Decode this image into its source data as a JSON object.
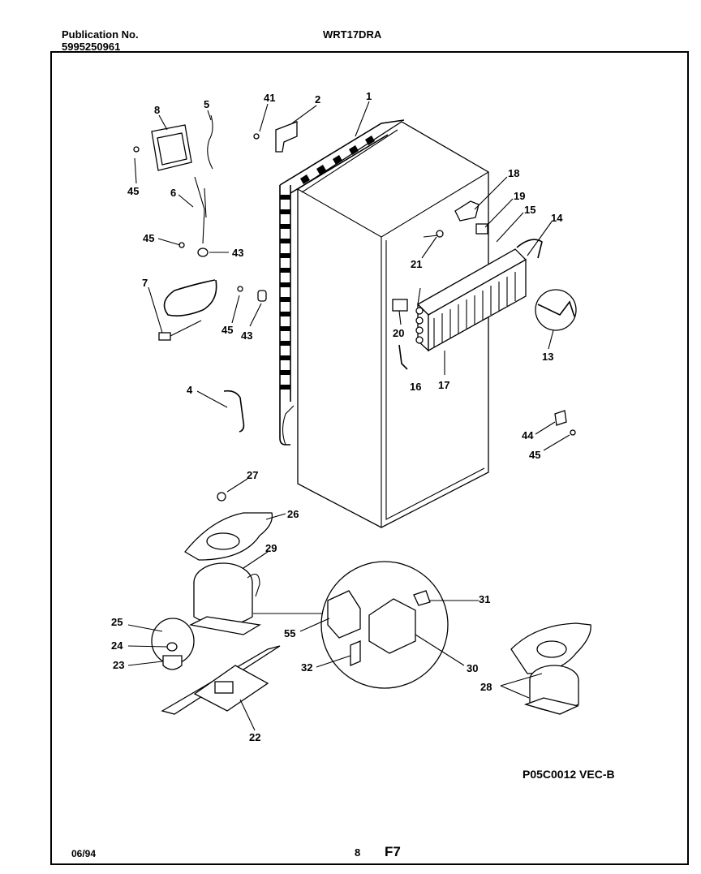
{
  "header": {
    "publication_label": "Publication No.",
    "publication_number": "5995250961",
    "model": "WRT17DRA"
  },
  "diagram": {
    "code": "P05C0012 VEC-B",
    "callouts": {
      "c1": "1",
      "c2": "2",
      "c41": "41",
      "c5": "5",
      "c8": "8",
      "c45a": "45",
      "c6": "6",
      "c45b": "45",
      "c43a": "43",
      "c7": "7",
      "c45c": "45",
      "c43b": "43",
      "c4": "4",
      "c18a": "18",
      "c19": "19",
      "c15": "15",
      "c14": "14",
      "c21": "21",
      "c20": "20",
      "c16": "16",
      "c17": "17",
      "c13": "13",
      "c44": "44",
      "c45d": "45",
      "c27": "27",
      "c26": "26",
      "c29": "29",
      "c25": "25",
      "c24": "24",
      "c23": "23",
      "c55": "55",
      "c31": "31",
      "c32": "32",
      "c30": "30",
      "c28": "28",
      "c22": "22"
    }
  },
  "footer": {
    "date": "06/94",
    "page": "8",
    "figure": "F7"
  }
}
